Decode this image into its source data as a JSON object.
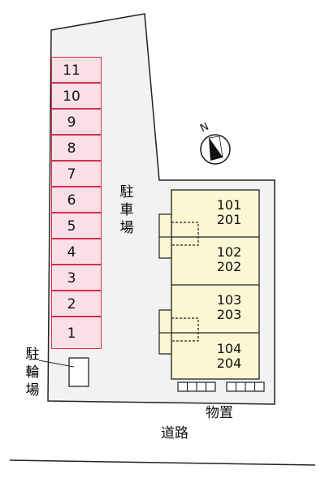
{
  "parking": {
    "label": "駐\n車\n場",
    "label_chars": [
      "駐",
      "車",
      "場"
    ],
    "slots": [
      "11",
      "10",
      "9",
      "8",
      "7",
      "6",
      "5",
      "4",
      "3",
      "2",
      "1"
    ]
  },
  "bicycle_parking": {
    "label_chars": [
      "駐",
      "輪",
      "場"
    ]
  },
  "building": {
    "units": [
      {
        "upper": "101",
        "lower": "201"
      },
      {
        "upper": "102",
        "lower": "202"
      },
      {
        "upper": "103",
        "lower": "203"
      },
      {
        "upper": "104",
        "lower": "204"
      }
    ]
  },
  "storage": {
    "label": "物置"
  },
  "road": {
    "label": "道路"
  },
  "compass": {
    "label": "N"
  },
  "colors": {
    "lot_fill": "#f2f2f2",
    "slot_fill": "#f9e0e6",
    "slot_border": "#d2304d",
    "building_fill": "#fbf7d2",
    "line": "#222222"
  }
}
